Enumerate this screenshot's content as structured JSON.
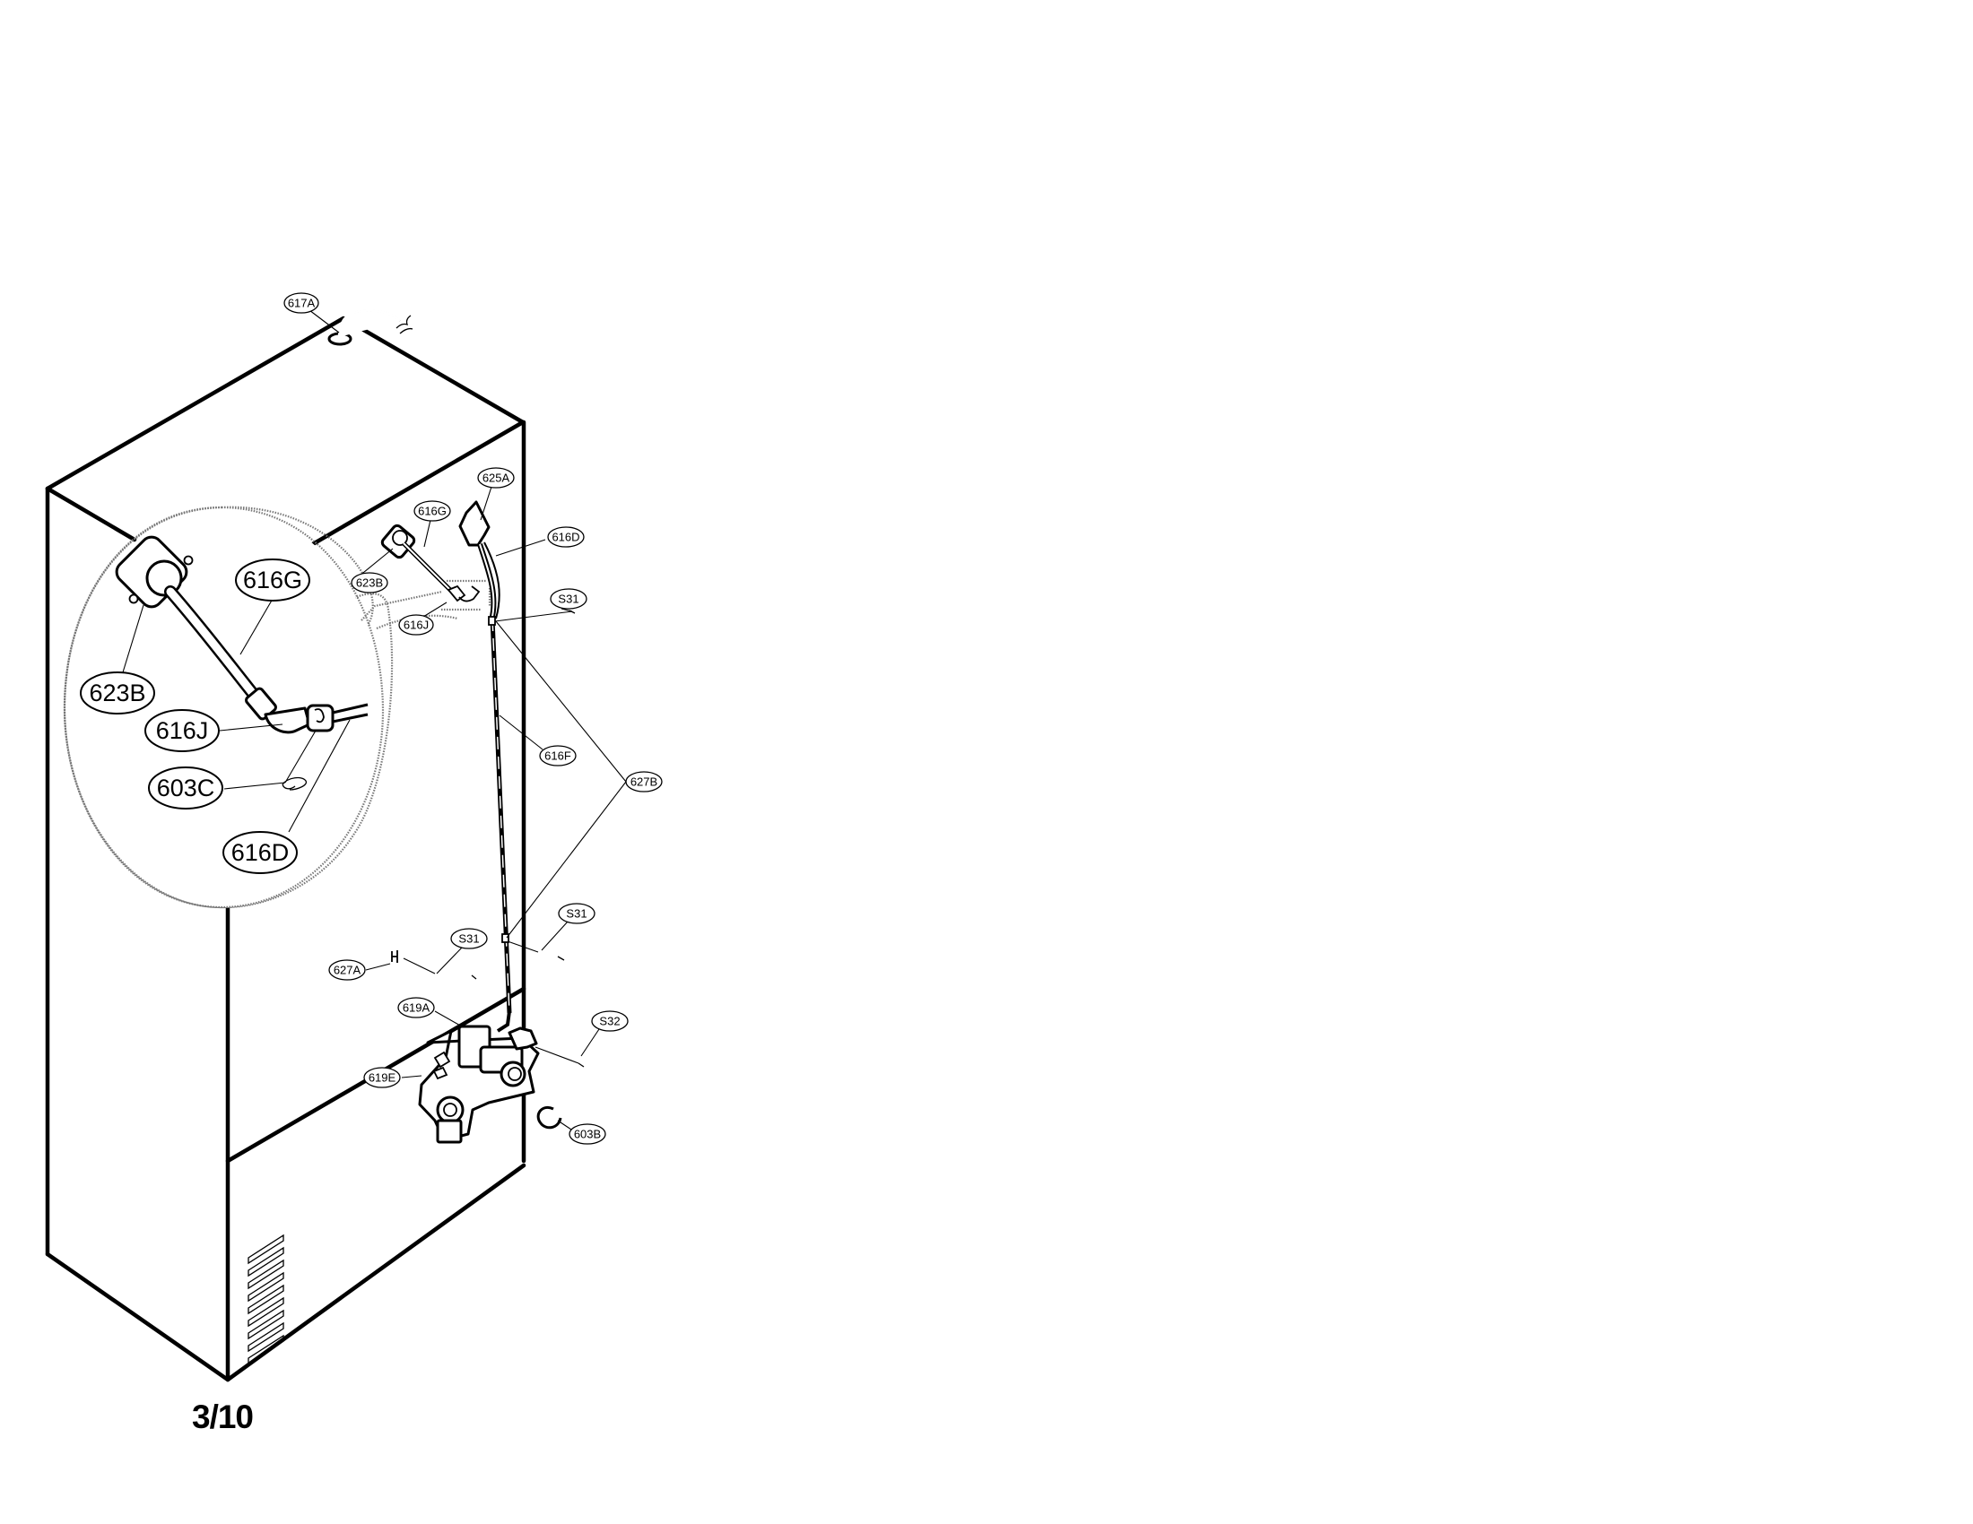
{
  "page": {
    "number_label": "3/10"
  },
  "diagram": {
    "subject": "Refrigerator rear view — water supply line and water valve assembly",
    "magnified_detail": {
      "callouts": [
        {
          "id": "616G",
          "label": "616G"
        },
        {
          "id": "623B",
          "label": "623B"
        },
        {
          "id": "616J",
          "label": "616J"
        },
        {
          "id": "603C",
          "label": "603C"
        },
        {
          "id": "616D",
          "label": "616D"
        }
      ]
    },
    "callouts": [
      {
        "id": "617A",
        "label": "617A"
      },
      {
        "id": "625A",
        "label": "625A"
      },
      {
        "id": "616G",
        "label": "616G"
      },
      {
        "id": "623B",
        "label": "623B"
      },
      {
        "id": "616D",
        "label": "616D"
      },
      {
        "id": "616J",
        "label": "616J"
      },
      {
        "id": "S31-top",
        "label": "S31"
      },
      {
        "id": "616F",
        "label": "616F"
      },
      {
        "id": "627B",
        "label": "627B"
      },
      {
        "id": "S31-right",
        "label": "S31"
      },
      {
        "id": "S31-mid",
        "label": "S31"
      },
      {
        "id": "627A",
        "label": "627A"
      },
      {
        "id": "619A",
        "label": "619A"
      },
      {
        "id": "S32",
        "label": "S32"
      },
      {
        "id": "619E",
        "label": "619E"
      },
      {
        "id": "603B",
        "label": "603B"
      }
    ]
  }
}
